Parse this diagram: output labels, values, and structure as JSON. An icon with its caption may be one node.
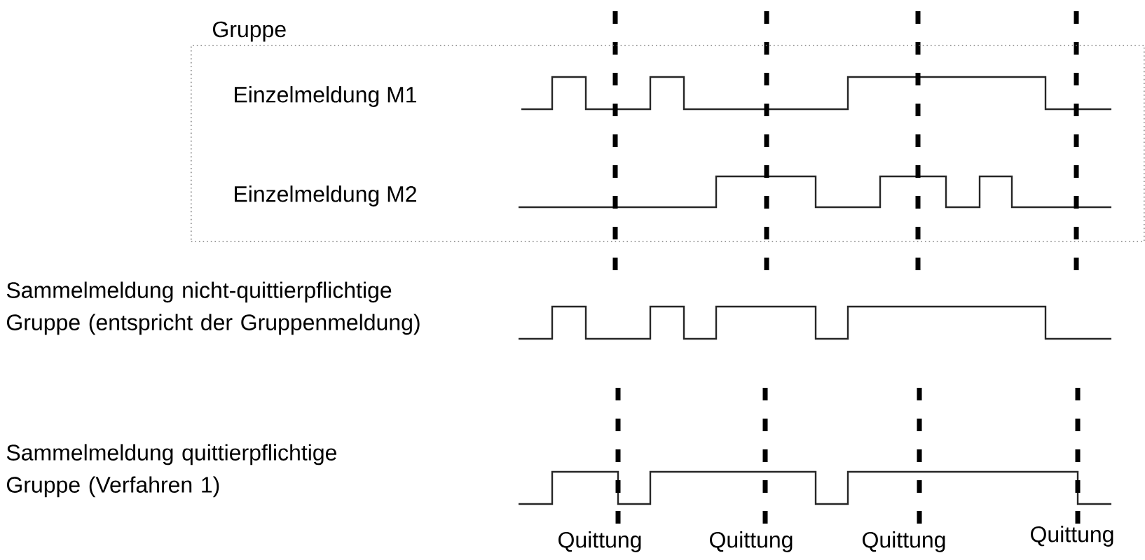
{
  "diagram": {
    "nodes": [
      {
        "text": [
          "Gruppe"
        ]
      }
    ],
    "labels": [
      "Einzelmeldung M1",
      "Einzelmeldung M2",
      "Sammelmeldung nicht-quittierpflichtige Gruppe (entspricht der Gruppenmeldung)",
      "Sammelmeldung quittierpflichtige Gruppe (Verfahren 1)",
      "Quittung",
      "Quittung",
      "Quittung",
      "Quittung"
    ]
  }
}
